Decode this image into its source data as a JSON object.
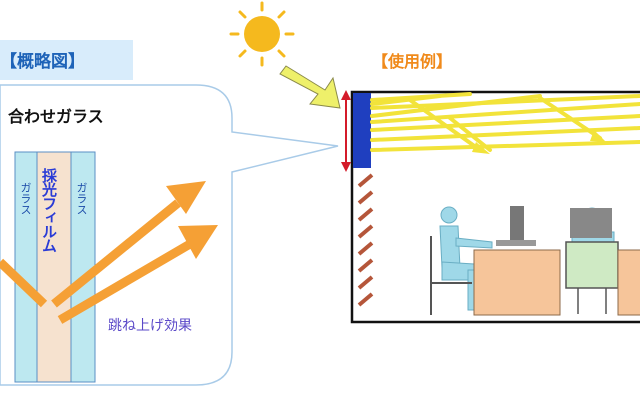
{
  "diagram": {
    "overview_title": "【概略図】",
    "usage_title": "【使用例】",
    "glass_title": "合わせガラス",
    "glass_left": "ガラス",
    "glass_right": "ガラス",
    "film_label": "採光フィルム",
    "effect_label": "跳ね上げ効果"
  },
  "colors": {
    "title_bg": "#d8ecfb",
    "title_text": "#1e63b8",
    "usage_text": "#f08a1b",
    "arrow_orange": "#f5a035",
    "glass_cyan": "#bde8f0",
    "film_beige": "#f6e2cf",
    "sun": "#f5b91e",
    "light_yellow": "#f2e33a",
    "window_blue": "#1f3fbf",
    "desk_orange": "#f6c59a",
    "person_cyan": "#9fd8e8",
    "chair_green": "#cfeac4"
  }
}
